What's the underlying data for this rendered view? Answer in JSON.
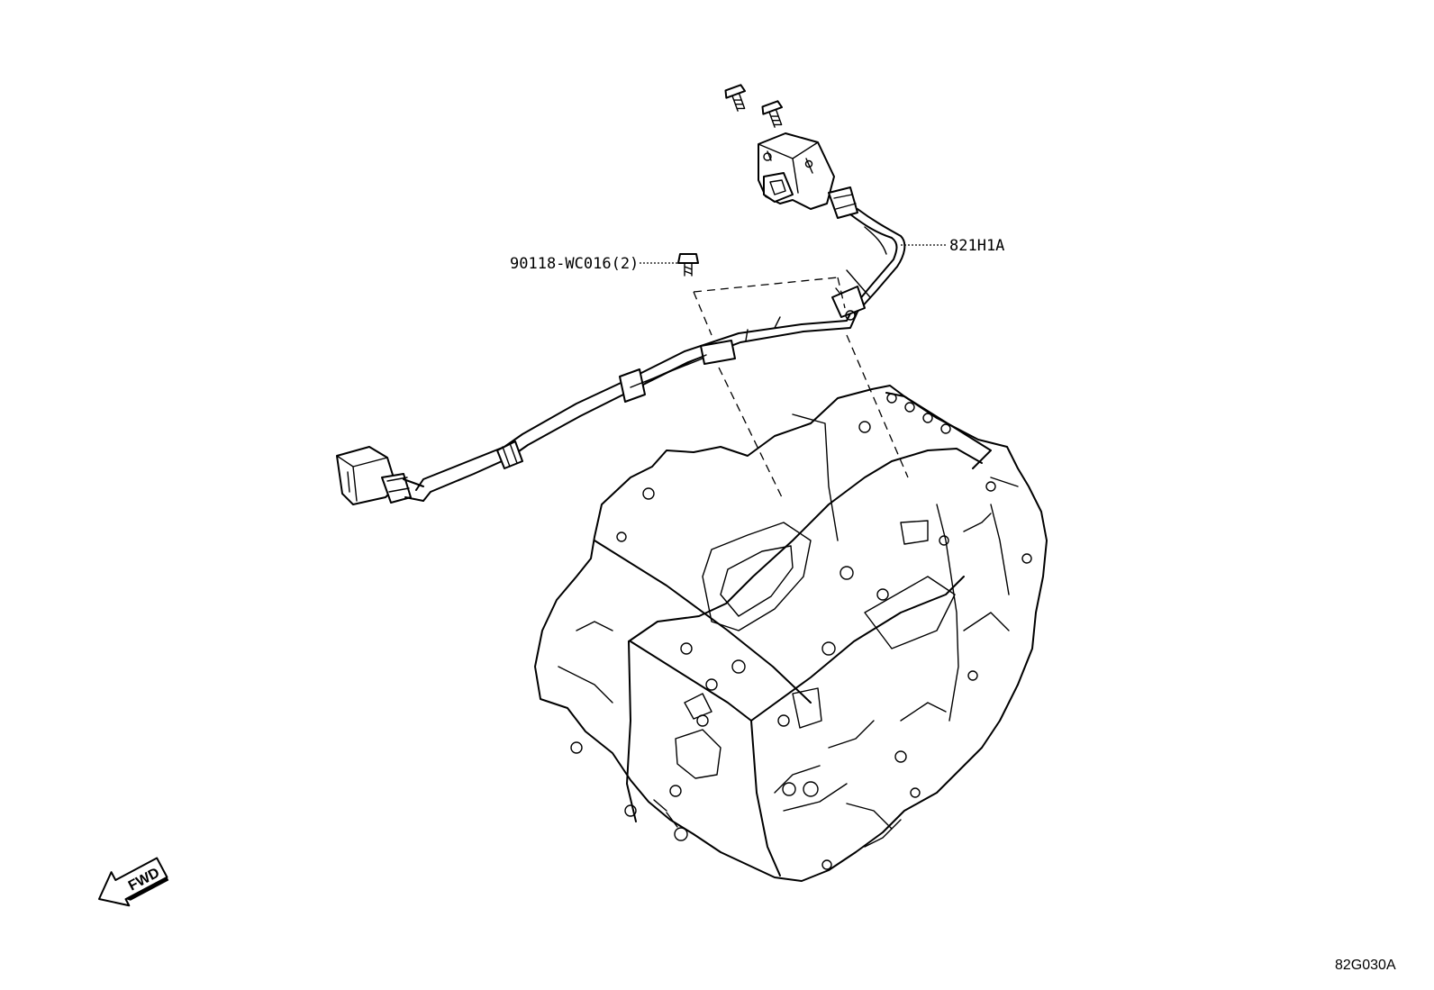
{
  "callouts": {
    "bolt_part": "90118-WC016(2)",
    "harness_part": "821H1A"
  },
  "direction_arrow": {
    "text": "FWD",
    "icon": "fwd-arrow-icon"
  },
  "figure_code": "82G030A"
}
